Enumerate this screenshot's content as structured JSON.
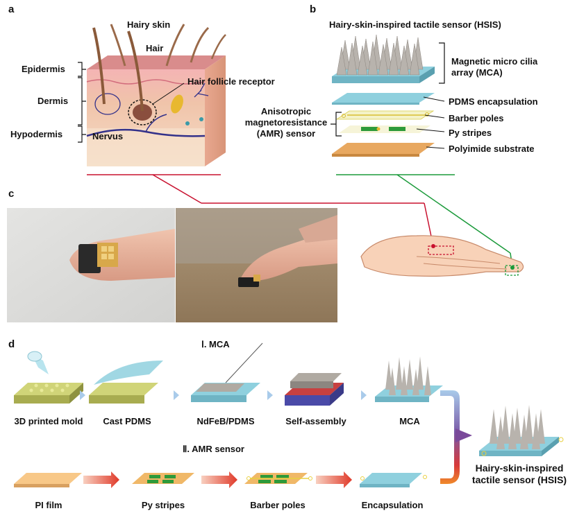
{
  "panels": {
    "a": "a",
    "b": "b",
    "c": "c",
    "d": "d"
  },
  "skin": {
    "title": "Hairy skin",
    "hair": "Hair",
    "receptor": "Hair follicle receptor",
    "nervus": "Nervus",
    "layers": [
      "Epidermis",
      "Dermis",
      "Hypodermis"
    ]
  },
  "sensor": {
    "title": "Hairy-skin-inspired tactile sensor (HSIS)",
    "mca": "Magnetic micro cilia array (MCA)",
    "pdms": "PDMS encapsulation",
    "amr": "Anisotropic magnetoresistance (AMR) sensor",
    "barber": "Barber poles",
    "py": "Py stripes",
    "substrate": "Polyimide substrate"
  },
  "fabrication": {
    "section1": "Ⅰ. MCA",
    "section2": "Ⅱ. AMR sensor",
    "row1": [
      "3D printed mold",
      "Cast PDMS",
      "NdFeB/PDMS",
      "Self-assembly",
      "MCA"
    ],
    "row2": [
      "PI film",
      "Py stripes",
      "Barber poles",
      "Encapsulation"
    ],
    "result": "Hairy-skin-inspired tactile sensor (HSIS)"
  },
  "colors": {
    "red_link": "#c8102e",
    "green_link": "#1a9a3a",
    "cilia": "#b8b3ad",
    "pdms": "#8fd0de",
    "substrate": "#e8a860",
    "py": "#2e9a3a",
    "mold": "#c8cc6a",
    "arrow_blue": "#a9cbea",
    "arrow_red": "#e84a2a",
    "skin": "#f2c8a8",
    "nerve": "#33318a"
  }
}
